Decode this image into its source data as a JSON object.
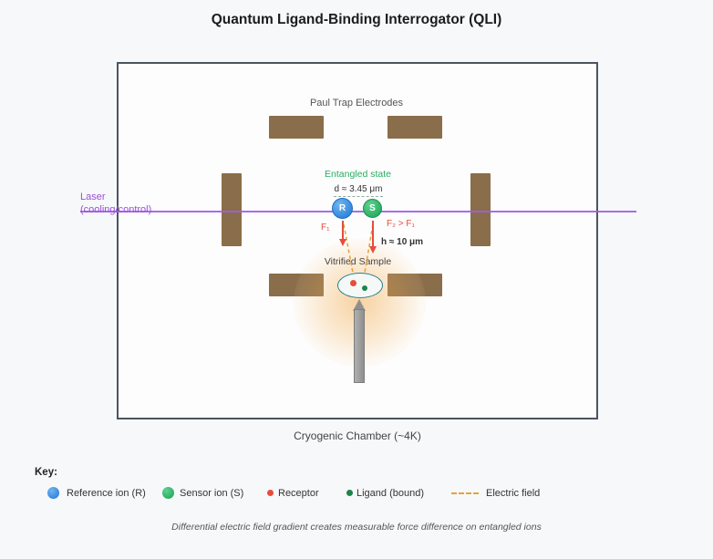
{
  "title": "Quantum Ligand-Binding Interrogator (QLI)",
  "chamber": {
    "label": "Cryogenic Chamber (~4K)",
    "paul_trap_label": "Paul Trap Electrodes"
  },
  "laser": {
    "label_line1": "Laser",
    "label_line2": "(cooling/control)"
  },
  "ions": {
    "entangled_label": "Entangled state",
    "separation_label": "d ≈ 3.45 μm",
    "reference_label": "R",
    "sensor_label": "S",
    "force_left_label": "F₁",
    "force_right_label": "F₂ > F₁",
    "height_label": "h ≈ 10 μm"
  },
  "sample": {
    "label": "Vitrified Sample"
  },
  "legend": {
    "title": "Key:",
    "items": [
      {
        "label": "Reference ion (R)"
      },
      {
        "label": "Sensor ion (S)"
      },
      {
        "label": "Receptor"
      },
      {
        "label": "Ligand (bound)"
      },
      {
        "label": "Electric field"
      }
    ]
  },
  "caption": "Differential electric field gradient creates measurable force difference on entangled ions",
  "colors": {
    "background": "#f7f8f9",
    "chamber_border": "#4a5560",
    "electrode": "#8a6d4a",
    "laser": "#a05ce6",
    "reference_ion": "#2e86de",
    "sensor_ion": "#27ae60",
    "force_arrow": "#e74c3c",
    "electric_field": "#e6a23c",
    "receptor": "#e74c3c",
    "ligand_bound": "#1e8449",
    "sample_outline": "#2a7f8a",
    "glow": "#f0a032"
  }
}
